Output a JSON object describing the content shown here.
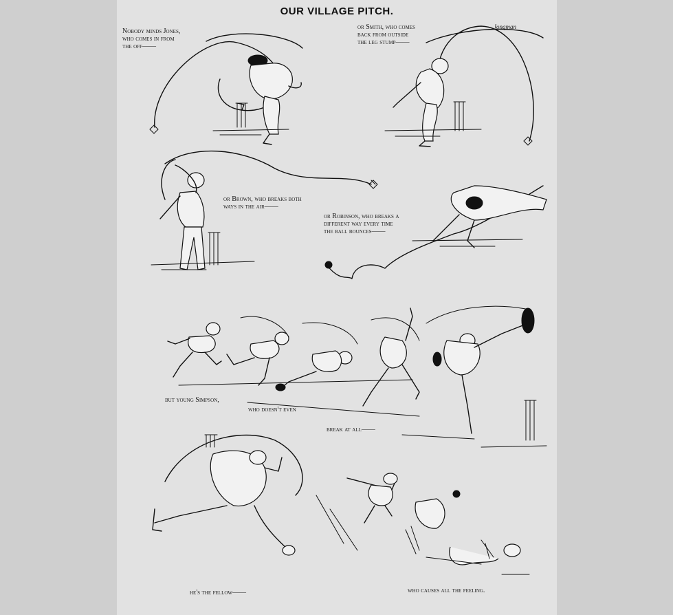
{
  "title": "OUR VILLAGE PITCH.",
  "signature": "Jonqman",
  "captions": {
    "jones": "Nobody minds Jones,\nwho comes in from\nthe off——",
    "smith": "or Smith, who comes\nback from outside\nthe leg stump——",
    "brown": "or Brown, who breaks both\nways in the air——",
    "robinson": "or Robinson, who breaks a\ndifferent way every time\nthe ball bounces——",
    "simpson_1": "but young Simpson,",
    "simpson_2": "who doesn't even",
    "simpson_3": "break at all——",
    "fellow": "he's the fellow——",
    "feeling": "who causes all the feeling."
  }
}
